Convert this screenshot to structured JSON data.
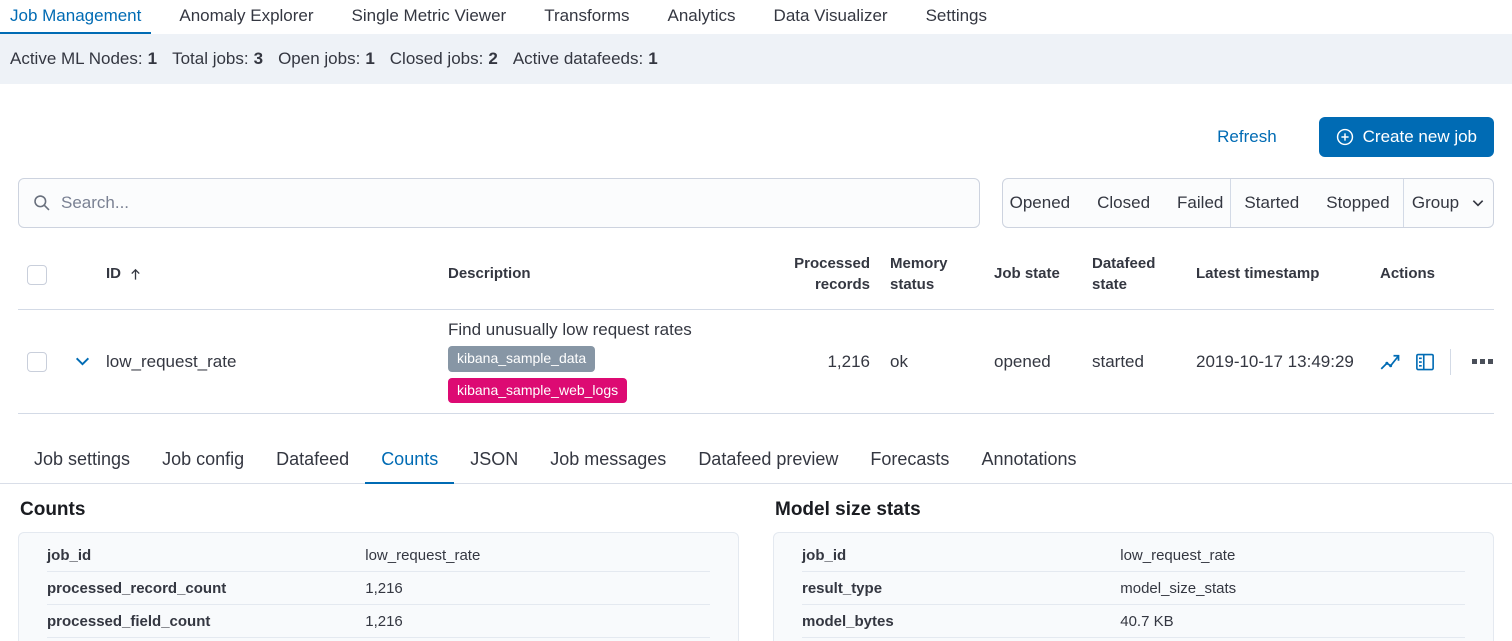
{
  "colors": {
    "primary": "#006BB4",
    "badge_gray": "#8796A5",
    "badge_pink": "#DD0A73",
    "stats_bar_bg": "#EEF2F7",
    "text": "#343741",
    "border": "#D3DAE6"
  },
  "nav": {
    "tabs": [
      {
        "label": "Job Management",
        "active": true
      },
      {
        "label": "Anomaly Explorer",
        "active": false
      },
      {
        "label": "Single Metric Viewer",
        "active": false
      },
      {
        "label": "Transforms",
        "active": false
      },
      {
        "label": "Analytics",
        "active": false
      },
      {
        "label": "Data Visualizer",
        "active": false
      },
      {
        "label": "Settings",
        "active": false
      }
    ]
  },
  "stats": {
    "items": [
      {
        "label": "Active ML Nodes:",
        "value": "1"
      },
      {
        "label": "Total jobs:",
        "value": "3"
      },
      {
        "label": "Open jobs:",
        "value": "1"
      },
      {
        "label": "Closed jobs:",
        "value": "2"
      },
      {
        "label": "Active datafeeds:",
        "value": "1"
      }
    ]
  },
  "toolbar": {
    "refresh_label": "Refresh",
    "create_job_label": "Create new job"
  },
  "search": {
    "placeholder": "Search..."
  },
  "filters": {
    "job_state": [
      "Opened",
      "Closed",
      "Failed"
    ],
    "datafeed_state": [
      "Started",
      "Stopped"
    ],
    "group_label": "Group"
  },
  "table": {
    "header": {
      "id": "ID",
      "description": "Description",
      "processed_records": "Processed records",
      "memory_status": "Memory status",
      "job_state": "Job state",
      "datafeed_state": "Datafeed state",
      "latest_timestamp": "Latest timestamp",
      "actions": "Actions"
    },
    "row": {
      "id": "low_request_rate",
      "description": "Find unusually low request rates",
      "badges": [
        {
          "label": "kibana_sample_data",
          "color": "#8796A5"
        },
        {
          "label": "kibana_sample_web_logs",
          "color": "#DD0A73"
        }
      ],
      "processed_records": "1,216",
      "memory_status": "ok",
      "job_state": "opened",
      "datafeed_state": "started",
      "latest_timestamp": "2019-10-17 13:49:29"
    }
  },
  "detail_tabs": {
    "tabs": [
      {
        "label": "Job settings",
        "active": false
      },
      {
        "label": "Job config",
        "active": false
      },
      {
        "label": "Datafeed",
        "active": false
      },
      {
        "label": "Counts",
        "active": true
      },
      {
        "label": "JSON",
        "active": false
      },
      {
        "label": "Job messages",
        "active": false
      },
      {
        "label": "Datafeed preview",
        "active": false
      },
      {
        "label": "Forecasts",
        "active": false
      },
      {
        "label": "Annotations",
        "active": false
      }
    ]
  },
  "counts_panel": {
    "title": "Counts",
    "rows": [
      {
        "key": "job_id",
        "value": "low_request_rate"
      },
      {
        "key": "processed_record_count",
        "value": "1,216"
      },
      {
        "key": "processed_field_count",
        "value": "1,216"
      }
    ]
  },
  "model_panel": {
    "title": "Model size stats",
    "rows": [
      {
        "key": "job_id",
        "value": "low_request_rate"
      },
      {
        "key": "result_type",
        "value": "model_size_stats"
      },
      {
        "key": "model_bytes",
        "value": "40.7 KB"
      }
    ]
  }
}
